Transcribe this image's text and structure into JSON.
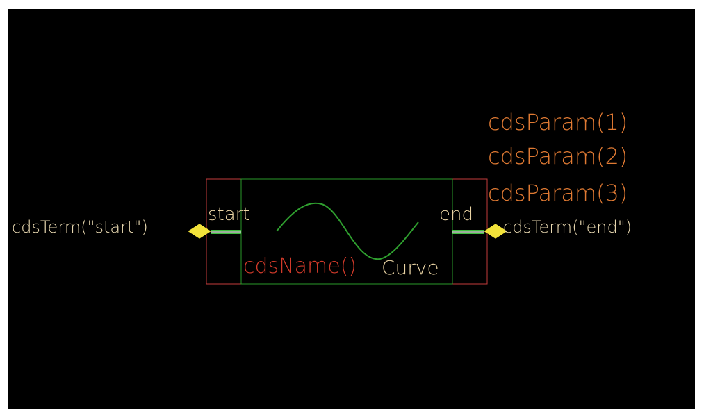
{
  "schematic": {
    "params": [
      "cdsParam(1)",
      "cdsParam(2)",
      "cdsParam(3)"
    ],
    "left_term_label": "cdsTerm(\"start\")",
    "right_term_label": "cdsTerm(\"end\")",
    "pin_start": "start",
    "pin_end": "end",
    "instance_name": "cdsName()",
    "cell_name": "Curve"
  },
  "colors": {
    "background": "#000000",
    "frame": "#000000",
    "symbol_outline": "#2a9a2a",
    "selection_box": "#c43c3c",
    "param_text": "#e07a33",
    "term_text": "#e8d8b0",
    "pin_text": "#e9d3a3",
    "instance_name_text": "#d23a2a",
    "cell_name_text": "#e9d3a3",
    "pin_marker": "#f2e23a",
    "wire": "#3fbf3f",
    "curve": "#2f9f2f"
  }
}
